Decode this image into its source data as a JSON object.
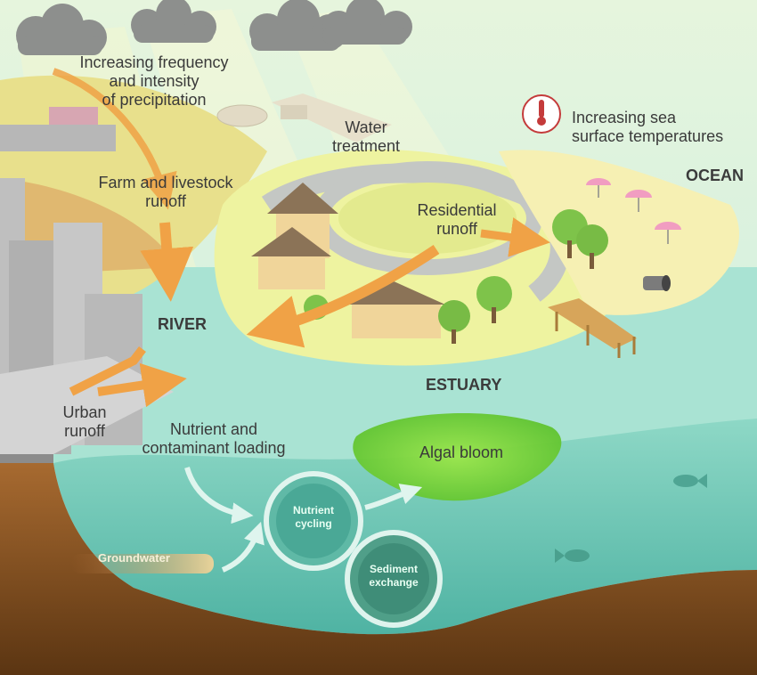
{
  "labels": {
    "precipitation": [
      "Increasing frequency",
      "and intensity",
      "of precipitation"
    ],
    "water_treatment": [
      "Water",
      "treatment"
    ],
    "sea_temperature": [
      "Increasing sea",
      "surface temperatures"
    ],
    "ocean": "OCEAN",
    "farm_runoff": [
      "Farm and livestock",
      "runoff"
    ],
    "residential_runoff": [
      "Residential",
      "runoff"
    ],
    "river": "RIVER",
    "estuary": "ESTUARY",
    "urban_runoff": [
      "Urban",
      "runoff"
    ],
    "nutrient_loading": [
      "Nutrient and",
      "contaminant loading"
    ],
    "algal_bloom": "Algal bloom",
    "nutrient_cycling": [
      "Nutrient",
      "cycling"
    ],
    "sediment_exchange": [
      "Sediment",
      "exchange"
    ],
    "groundwater": "Groundwater"
  },
  "icons": [
    "thermometer-icon",
    "cloud-icon",
    "fish-icon"
  ],
  "colors": {
    "sky": "#d8f0e4",
    "water": "#6cc7b3",
    "land": "#eef3a0",
    "soil": "#8a5526",
    "arrow": "#f0a246",
    "algae": "#7fd43a"
  }
}
